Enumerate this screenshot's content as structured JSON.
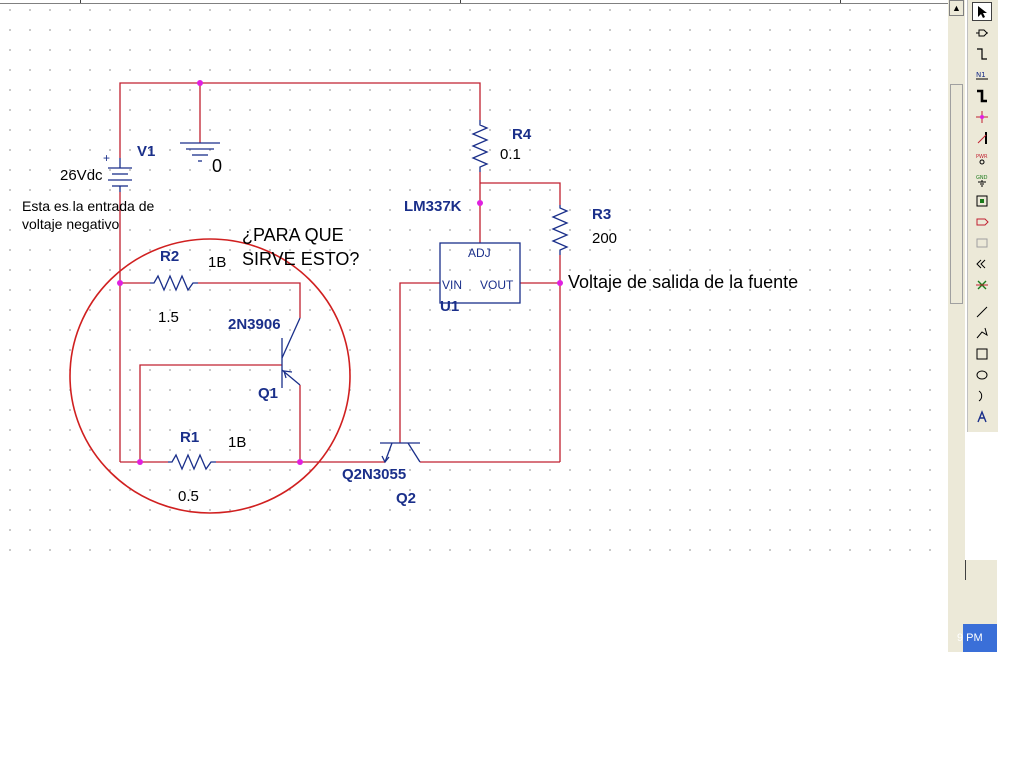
{
  "labels": {
    "v1_name": "V1",
    "v1_value": "26Vdc",
    "ground_value": "0",
    "r4_name": "R4",
    "r4_value": "0.1",
    "u1_part": "LM337K",
    "r3_name": "R3",
    "r3_value": "200",
    "adj": "ADJ",
    "vin": "VIN",
    "vout": "VOUT",
    "u1_name": "U1",
    "r2_name": "R2",
    "r2_value": "1.5",
    "r2_net": "1B",
    "q1_part": "2N3906",
    "q1_name": "Q1",
    "r1_name": "R1",
    "r1_value": "0.5",
    "r1_net": "1B",
    "q2_part": "Q2N3055",
    "q2_name": "Q2"
  },
  "annotations": {
    "input_note_line1": "Esta es la entrada de",
    "input_note_line2": "voltaje negativo",
    "question_line1": "¿PARA QUE",
    "question_line2": "SIRVE ESTO?",
    "output_note": "Voltaje de salida de la fuente"
  },
  "colors": {
    "wire": "#c02030",
    "component": "#1a2f8a",
    "junction": "#e020e0",
    "circle": "#d02020"
  },
  "taskbar": {
    "clock_fragment": "9 PM"
  },
  "toolbar_icons": [
    "pointer-icon",
    "place-part-icon",
    "wire-icon",
    "net-alias-icon",
    "bus-icon",
    "junction-icon",
    "bus-entry-icon",
    "power-icon",
    "ground-icon",
    "hierarchical-block-icon",
    "hierarchical-port-icon",
    "hierarchical-pin-icon",
    "off-page-connector-icon",
    "no-connect-icon",
    "line-icon",
    "polyline-icon",
    "rectangle-icon",
    "ellipse-icon",
    "arc-icon",
    "text-icon"
  ]
}
